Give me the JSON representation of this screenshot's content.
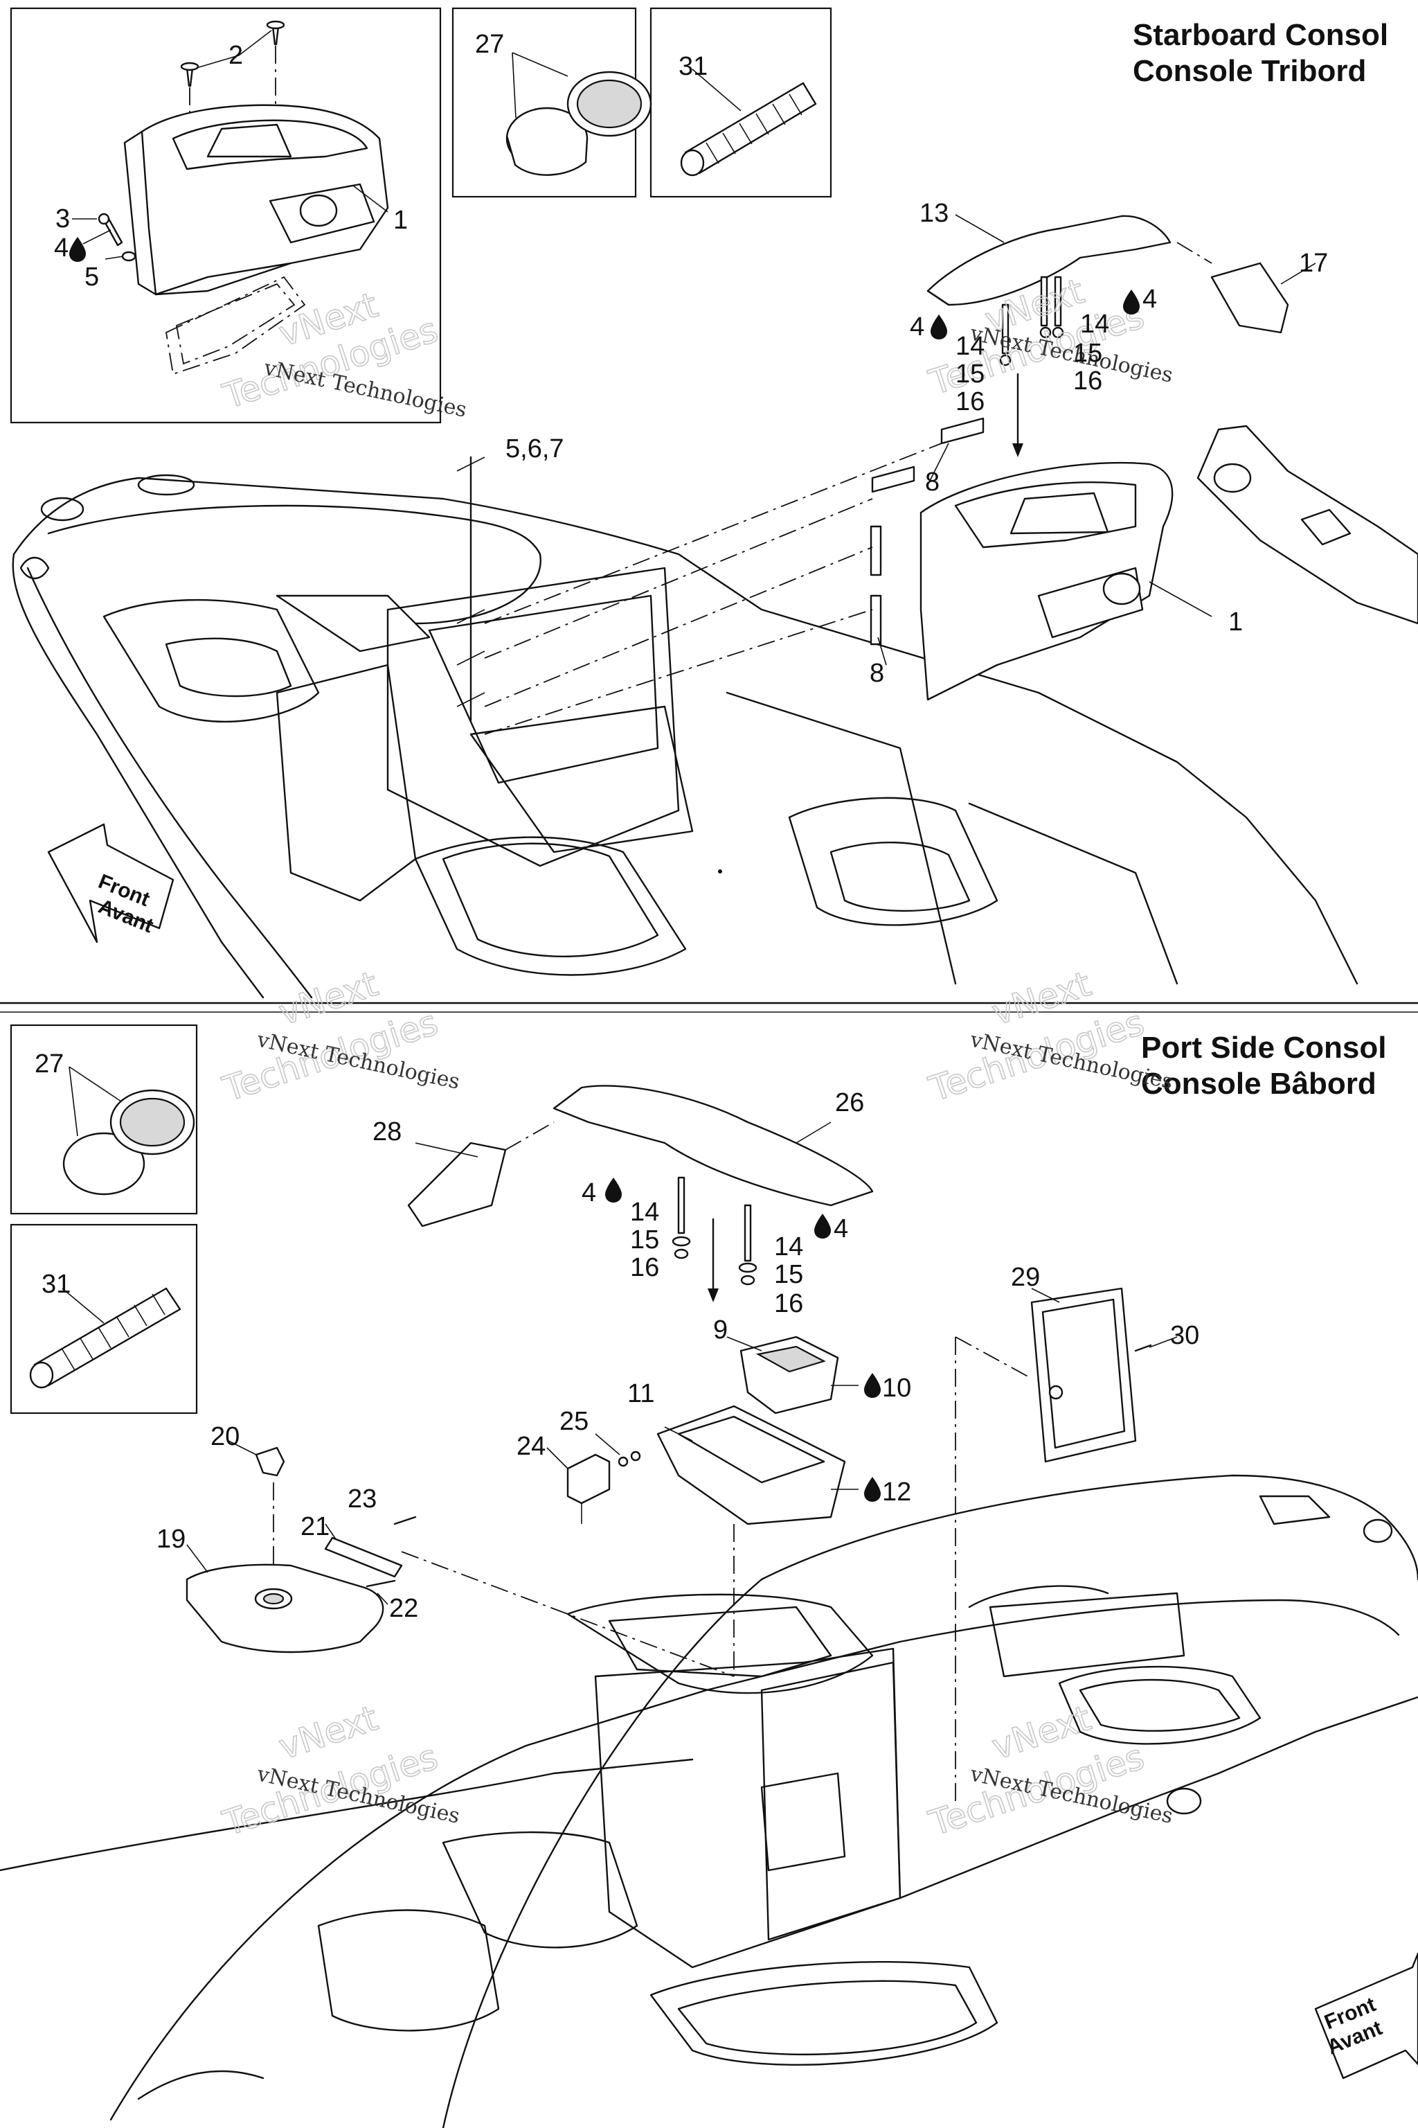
{
  "sections": {
    "starboard": {
      "title_en": "Starboard Consol",
      "title_fr": "Console Tribord"
    },
    "port": {
      "title_en": "Port Side Consol",
      "title_fr": "Console Bâbord"
    }
  },
  "front_label": {
    "line1": "Front",
    "line2": "Avant"
  },
  "watermark": {
    "line1": "vNext",
    "line2": "Technologies",
    "line3": "vNext Technologies"
  },
  "callouts": {
    "c1a": "1",
    "c2": "2",
    "c3": "3",
    "c4a": "4",
    "c5": "5",
    "c27a": "27",
    "c31a": "31",
    "c13": "13",
    "c17": "17",
    "c4b": "4",
    "c4c": "4",
    "c14a": "14",
    "c14b": "14",
    "c15a": "15",
    "c15b": "15",
    "c16a": "16",
    "c16b": "16",
    "c567": "5,6,7",
    "c8a": "8",
    "c8b": "8",
    "c1b": "1",
    "c27b": "27",
    "c31b": "31",
    "c28": "28",
    "c26": "26",
    "c4d": "4",
    "c4e": "4",
    "c14c": "14",
    "c14d": "14",
    "c15c": "15",
    "c15d": "15",
    "c16c": "16",
    "c16d": "16",
    "c9": "9",
    "c10": "10",
    "c11": "11",
    "c12": "12",
    "c24": "24",
    "c25": "25",
    "c29": "29",
    "c30": "30",
    "c20": "20",
    "c23": "23",
    "c21": "21",
    "c19": "19",
    "c22": "22"
  }
}
